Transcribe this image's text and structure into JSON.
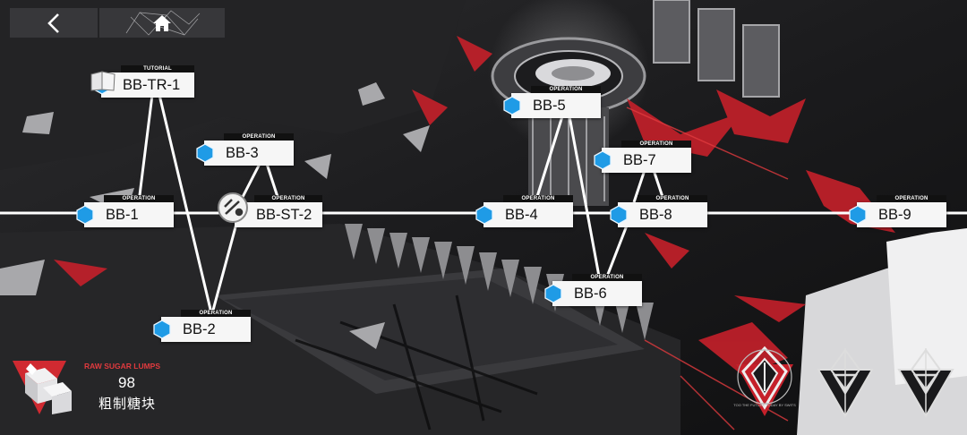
{
  "nav": {
    "back_icon": "back-arrow-icon",
    "home_icon": "home-icon"
  },
  "stages": [
    {
      "id": "bb-tr-1",
      "code": "BB-TR-1",
      "tag": "TUTORIAL"
    },
    {
      "id": "bb-3",
      "code": "BB-3",
      "tag": "OPERATION"
    },
    {
      "id": "bb-1",
      "code": "BB-1",
      "tag": "OPERATION"
    },
    {
      "id": "bb-st-2",
      "code": "BB-ST-2",
      "tag": "OPERATION"
    },
    {
      "id": "bb-2",
      "code": "BB-2",
      "tag": "OPERATION"
    },
    {
      "id": "bb-5",
      "code": "BB-5",
      "tag": "OPERATION"
    },
    {
      "id": "bb-7",
      "code": "BB-7",
      "tag": "OPERATION"
    },
    {
      "id": "bb-4",
      "code": "BB-4",
      "tag": "OPERATION"
    },
    {
      "id": "bb-8",
      "code": "BB-8",
      "tag": "OPERATION"
    },
    {
      "id": "bb-6",
      "code": "BB-6",
      "tag": "OPERATION"
    },
    {
      "id": "bb-9",
      "code": "BB-9",
      "tag": "OPERATION"
    }
  ],
  "resource": {
    "label": "RAW SUGAR LUMPS",
    "count": "98",
    "name": "粗制糖块",
    "icon": "sugar-cube-icon"
  },
  "emblem_caption": "TOO THE FUTURE TODAY BY SWITS",
  "colors": {
    "accent_red": "#e03a3e",
    "hex_blue": "#1f9be6",
    "node_bg": "#f6f6f6"
  }
}
